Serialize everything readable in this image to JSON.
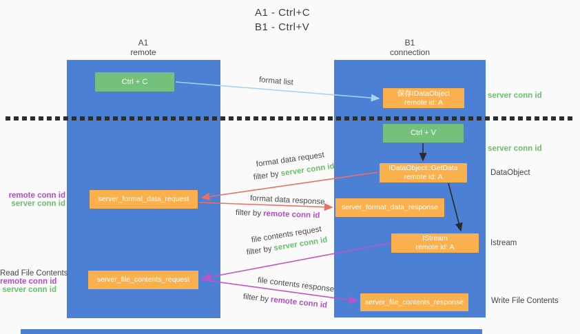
{
  "title": {
    "line1": "A1 - Ctrl+C",
    "line2": "B1 - Ctrl+V"
  },
  "lifelines": {
    "a1": {
      "name": "A1",
      "role": "remote"
    },
    "b1": {
      "name": "B1",
      "role": "connection"
    }
  },
  "boxes": {
    "ctrl_c": {
      "label": "Ctrl + C"
    },
    "save_dataobject": {
      "line1": "保存IDataObject",
      "line2": "remote id: A"
    },
    "ctrl_v": {
      "label": "Ctrl + V"
    },
    "getdata": {
      "line1": "IDataObject::GetData",
      "line2": "remote id: A"
    },
    "format_request": {
      "label": "server_format_data_request"
    },
    "format_response": {
      "label": "server_format_data_response"
    },
    "istream": {
      "line1": "IStream",
      "line2": "remote id: A"
    },
    "file_request": {
      "label": "server_file_contents_request"
    },
    "file_response": {
      "label": "server_file_contents_response"
    }
  },
  "side_labels": {
    "server_conn_id_top": "server conn id",
    "server_conn_id_mid": "server conn id",
    "dataobject": "DataObject",
    "istream": "Istream",
    "write_file_contents": "Write File Contents",
    "read_file_contents": "Read File Contents",
    "format_remote_conn_id": "remote conn id",
    "format_server_conn_id": "server conn id",
    "file_remote_conn_id": "remote conn id",
    "file_server_conn_id": "server conn id"
  },
  "arrow_labels": {
    "format_list": "format list",
    "format_data_request": "format data request",
    "format_data_request_filter": {
      "prefix": "filter by",
      "key": "server conn id"
    },
    "format_data_response": "format data response",
    "format_data_response_filter": {
      "prefix": "filter by",
      "key": "remote conn id"
    },
    "file_contents_request": "file contents request",
    "file_contents_request_filter": {
      "prefix": "filter by",
      "key": "server conn id"
    },
    "file_contents_response": "file contents response",
    "file_contents_response_filter": {
      "prefix": "filter by",
      "key": "remote conn id"
    }
  },
  "colors": {
    "lifeline_blue": "#4b80d5",
    "action_green": "#73c17b",
    "message_orange": "#f9b04d",
    "request_red": "#ee6e63",
    "response_magenta": "#c353c3",
    "format_list_blue": "#a5d3f0",
    "server_conn_green": "#6abf6a",
    "remote_conn_purple": "#b24cc8",
    "arrow_black": "#2b2b2b"
  }
}
